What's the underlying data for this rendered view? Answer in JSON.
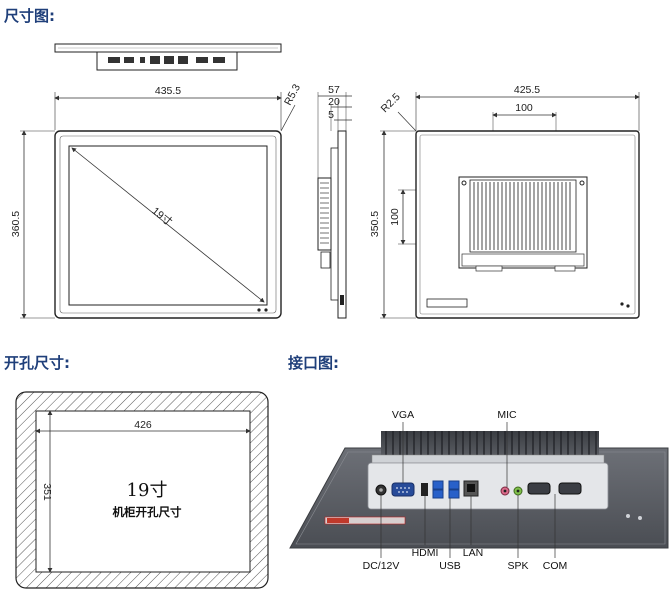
{
  "sections": {
    "dimensions_title": "尺寸图:",
    "cutout_title": "开孔尺寸:",
    "interface_title": "接口图:"
  },
  "dimensions": {
    "front_width": "435.5",
    "front_height": "360.5",
    "front_radius": "R5.3",
    "diagonal": "19寸",
    "side_depth_total": "57",
    "side_depth_mid": "20",
    "side_depth_small": "5",
    "back_width": "425.5",
    "back_height": "350.5",
    "back_radius": "R2.5",
    "vesa_h": "100",
    "vesa_v": "100"
  },
  "cutout": {
    "width": "426",
    "height": "351",
    "size_label": "19寸",
    "caption": "机柜开孔尺寸"
  },
  "ports": {
    "vga": "VGA",
    "mic": "MIC",
    "dc": "DC/12V",
    "hdmi": "HDMI",
    "usb": "USB",
    "lan": "LAN",
    "spk": "SPK",
    "com": "COM"
  }
}
